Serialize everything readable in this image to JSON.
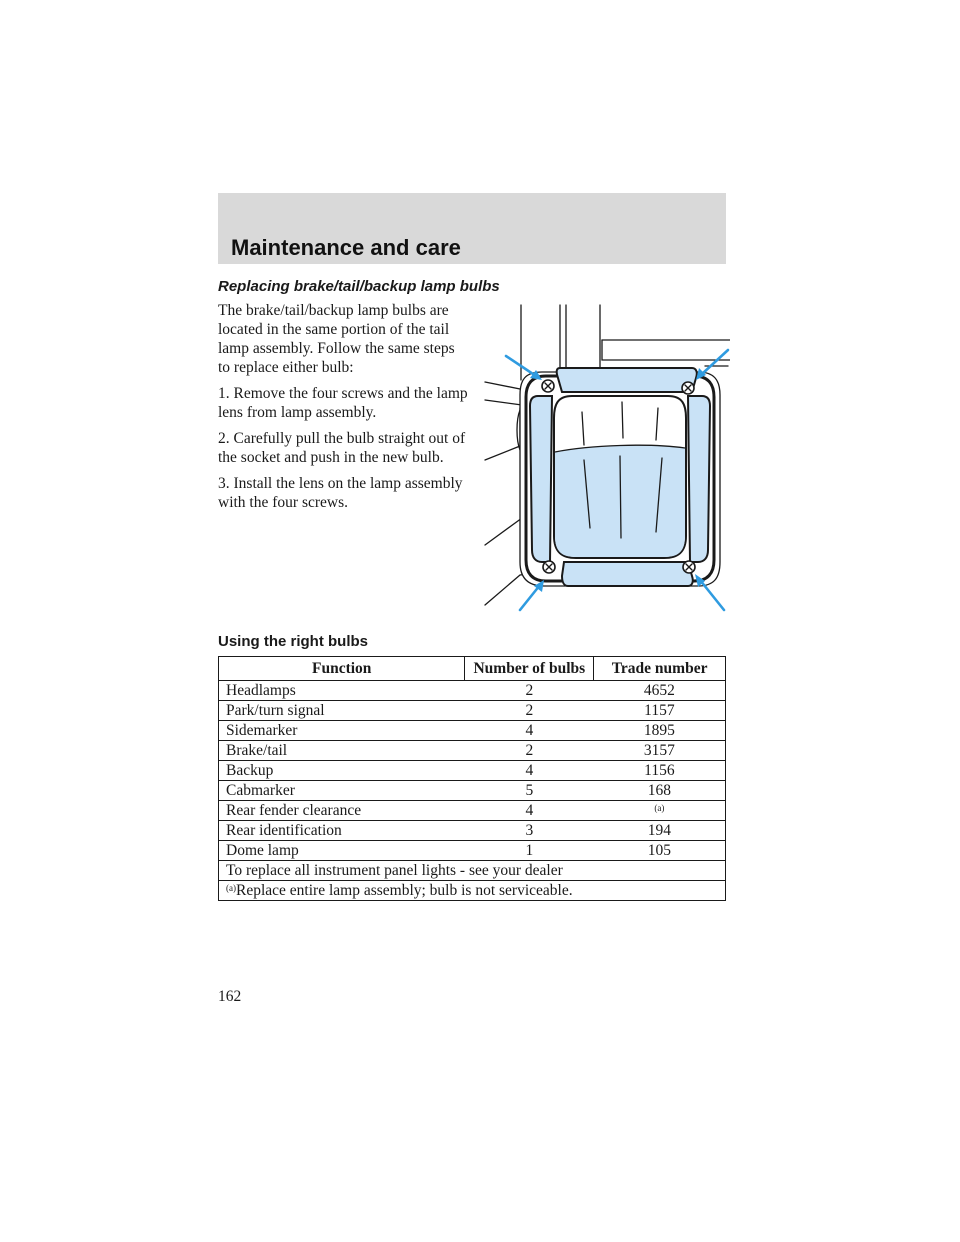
{
  "header": {
    "title": "Maintenance and care"
  },
  "section": {
    "title": "Replacing brake/tail/backup lamp bulbs",
    "intro": "The brake/tail/backup lamp bulbs are located in the same portion of the tail lamp assembly. Follow the same steps to replace either bulb:",
    "steps": [
      "1. Remove the four screws and the lamp lens from lamp assembly.",
      "2. Carefully pull the bulb straight out of the socket and push in the new bulb.",
      "3. Install the lens on the lamp assembly with the four screws."
    ]
  },
  "table": {
    "title": "Using the right bulbs",
    "headers": [
      "Function",
      "Number of bulbs",
      "Trade number"
    ],
    "rows": [
      {
        "function": "Headlamps",
        "count": "2",
        "trade": "4652"
      },
      {
        "function": "Park/turn signal",
        "count": "2",
        "trade": "1157"
      },
      {
        "function": "Sidemarker",
        "count": "4",
        "trade": "1895"
      },
      {
        "function": "Brake/tail",
        "count": "2",
        "trade": "3157"
      },
      {
        "function": "Backup",
        "count": "4",
        "trade": "1156"
      },
      {
        "function": "Cabmarker",
        "count": "5",
        "trade": "168"
      },
      {
        "function": "Rear fender clearance",
        "count": "4",
        "trade": "(a)"
      },
      {
        "function": "Rear identification",
        "count": "3",
        "trade": "194"
      },
      {
        "function": "Dome lamp",
        "count": "1",
        "trade": "105"
      }
    ],
    "note": "To replace all instrument panel lights - see your dealer",
    "footnote_marker": "(a)",
    "footnote": "Replace entire lamp assembly; bulb is not serviceable."
  },
  "page_number": "162",
  "colors": {
    "header_band": "#d9d9d9",
    "lens_fill": "#c9e2f6",
    "arrow": "#2f9be0"
  }
}
